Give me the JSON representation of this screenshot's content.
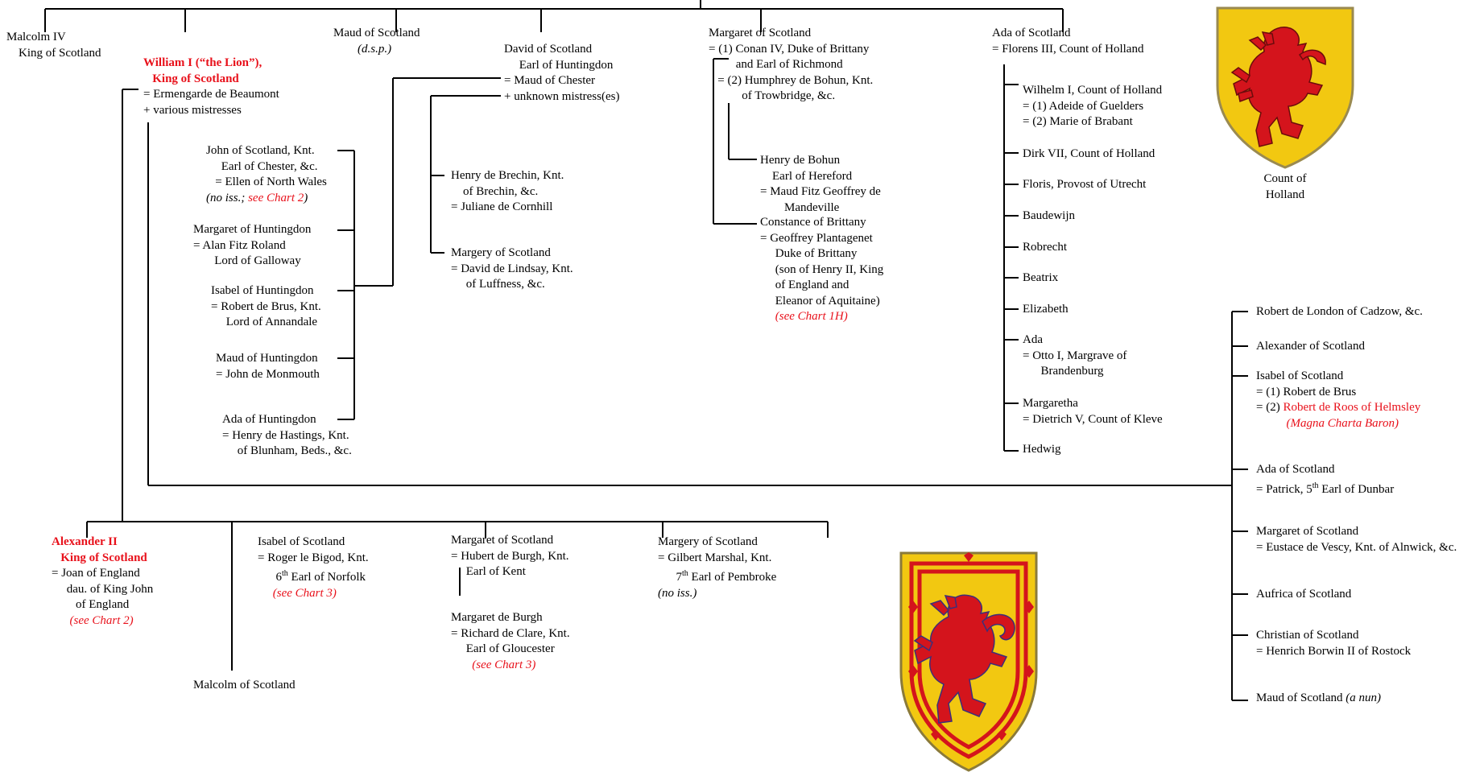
{
  "colors": {
    "highlight": "#e8111b",
    "shield_gold": "#f2c811",
    "lion_red": "#d4141c"
  },
  "nodes": [
    {
      "id": "malcolm-iv",
      "lines": [
        [
          {
            "t": "Malcolm IV"
          }
        ],
        [
          {
            "t": "    King of Scotland"
          }
        ]
      ]
    },
    {
      "id": "william-i",
      "lines": [
        [
          {
            "t": "William I (“the Lion”),",
            "c": "red b"
          }
        ],
        [
          {
            "t": "   King of Scotland",
            "c": "red b"
          }
        ],
        [
          {
            "t": "= Ermengarde de Beaumont"
          }
        ],
        [
          {
            "t": "+ various mistresses"
          }
        ]
      ]
    },
    {
      "id": "maud-scotland-dsp",
      "lines": [
        [
          {
            "t": "Maud of Scotland"
          }
        ],
        [
          {
            "t": "        (d.s.p.)",
            "c": "it"
          }
        ]
      ]
    },
    {
      "id": "david-scotland",
      "lines": [
        [
          {
            "t": "David of Scotland"
          }
        ],
        [
          {
            "t": "     Earl of Huntingdon"
          }
        ],
        [
          {
            "t": "= Maud of Chester"
          }
        ],
        [
          {
            "t": "+ unknown mistress(es)"
          }
        ]
      ]
    },
    {
      "id": "margaret-scotland-brittany",
      "lines": [
        [
          {
            "t": "Margaret of Scotland"
          }
        ],
        [
          {
            "t": "= (1) Conan IV, Duke of Brittany"
          }
        ],
        [
          {
            "t": "         and Earl of Richmond"
          }
        ],
        [
          {
            "t": "   = (2) Humphrey de Bohun, Knt."
          }
        ],
        [
          {
            "t": "           of Trowbridge, &c."
          }
        ]
      ]
    },
    {
      "id": "ada-scotland-holland",
      "lines": [
        [
          {
            "t": "Ada of Scotland"
          }
        ],
        [
          {
            "t": "= Florens III, Count of Holland"
          }
        ]
      ]
    },
    {
      "id": "john-scotland",
      "lines": [
        [
          {
            "t": "John of Scotland, Knt."
          }
        ],
        [
          {
            "t": "     Earl of Chester, &c."
          }
        ],
        [
          {
            "t": "   = Ellen of North Wales"
          }
        ],
        [
          {
            "t": "(no iss.; ",
            "c": "it"
          },
          {
            "t": "see Chart 2",
            "c": "it red"
          },
          {
            "t": ")",
            "c": "it"
          }
        ]
      ]
    },
    {
      "id": "margaret-huntingdon",
      "lines": [
        [
          {
            "t": "Margaret of Huntingdon"
          }
        ],
        [
          {
            "t": "= Alan Fitz Roland"
          }
        ],
        [
          {
            "t": "       Lord of Galloway"
          }
        ]
      ]
    },
    {
      "id": "isabel-huntingdon",
      "lines": [
        [
          {
            "t": "Isabel of Huntingdon"
          }
        ],
        [
          {
            "t": "= Robert de Brus, Knt."
          }
        ],
        [
          {
            "t": "     Lord of Annandale"
          }
        ]
      ]
    },
    {
      "id": "maud-huntingdon",
      "lines": [
        [
          {
            "t": "Maud of Huntingdon"
          }
        ],
        [
          {
            "t": "= John de Monmouth"
          }
        ]
      ]
    },
    {
      "id": "ada-huntingdon",
      "lines": [
        [
          {
            "t": "Ada of Huntingdon"
          }
        ],
        [
          {
            "t": "= Henry de Hastings, Knt."
          }
        ],
        [
          {
            "t": "     of Blunham, Beds., &c."
          }
        ]
      ]
    },
    {
      "id": "henry-brechin",
      "lines": [
        [
          {
            "t": "Henry de Brechin, Knt."
          }
        ],
        [
          {
            "t": "    of Brechin, &c."
          }
        ],
        [
          {
            "t": "= Juliane de Cornhill"
          }
        ]
      ]
    },
    {
      "id": "margery-lindsay",
      "lines": [
        [
          {
            "t": "Margery of Scotland"
          }
        ],
        [
          {
            "t": "= David de Lindsay, Knt."
          }
        ],
        [
          {
            "t": "     of Luffness, &c."
          }
        ]
      ]
    },
    {
      "id": "henry-bohun",
      "lines": [
        [
          {
            "t": "Henry de Bohun"
          }
        ],
        [
          {
            "t": "    Earl of Hereford"
          }
        ],
        [
          {
            "t": "= Maud Fitz Geoffrey de"
          }
        ],
        [
          {
            "t": "        Mandeville"
          }
        ]
      ]
    },
    {
      "id": "constance-brittany",
      "lines": [
        [
          {
            "t": "Constance of Brittany"
          }
        ],
        [
          {
            "t": "= Geoffrey Plantagenet"
          }
        ],
        [
          {
            "t": "     Duke of Brittany"
          }
        ],
        [
          {
            "t": "     (son of Henry II, King"
          }
        ],
        [
          {
            "t": "     of England and"
          }
        ],
        [
          {
            "t": "     Eleanor of Aquitaine)"
          }
        ],
        [
          {
            "t": "     (see Chart 1H)",
            "c": "it red"
          }
        ]
      ]
    },
    {
      "id": "wilhelm-i",
      "lines": [
        [
          {
            "t": "Wilhelm I, Count of Holland"
          }
        ],
        [
          {
            "t": "= (1) Adeide of Guelders"
          }
        ],
        [
          {
            "t": "= (2) Marie of Brabant"
          }
        ]
      ]
    },
    {
      "id": "dirk-vii",
      "lines": [
        [
          {
            "t": "Dirk VII, Count of Holland"
          }
        ]
      ]
    },
    {
      "id": "floris",
      "lines": [
        [
          {
            "t": "Floris, Provost of Utrecht"
          }
        ]
      ]
    },
    {
      "id": "baudewijn",
      "lines": [
        [
          {
            "t": "Baudewijn"
          }
        ]
      ]
    },
    {
      "id": "robrecht",
      "lines": [
        [
          {
            "t": "Robrecht"
          }
        ]
      ]
    },
    {
      "id": "beatrix",
      "lines": [
        [
          {
            "t": "Beatrix"
          }
        ]
      ]
    },
    {
      "id": "elizabeth",
      "lines": [
        [
          {
            "t": "Elizabeth"
          }
        ]
      ]
    },
    {
      "id": "ada-holland",
      "lines": [
        [
          {
            "t": "Ada"
          }
        ],
        [
          {
            "t": "= Otto I, Margrave of"
          }
        ],
        [
          {
            "t": "      Brandenburg"
          }
        ]
      ]
    },
    {
      "id": "margaretha",
      "lines": [
        [
          {
            "t": "Margaretha"
          }
        ],
        [
          {
            "t": "= Dietrich V, Count of Kleve"
          }
        ]
      ]
    },
    {
      "id": "hedwig",
      "lines": [
        [
          {
            "t": "Hedwig"
          }
        ]
      ]
    },
    {
      "id": "robert-london",
      "lines": [
        [
          {
            "t": "Robert de London of Cadzow, &c."
          }
        ]
      ]
    },
    {
      "id": "alexander-scotland",
      "lines": [
        [
          {
            "t": "Alexander of Scotland"
          }
        ]
      ]
    },
    {
      "id": "isabel-scotland-brus",
      "lines": [
        [
          {
            "t": "Isabel of Scotland"
          }
        ],
        [
          {
            "t": "= (1) Robert de Brus"
          }
        ],
        [
          {
            "t": "= (2) "
          },
          {
            "t": "Robert de Roos of Helmsley",
            "c": "red"
          }
        ],
        [
          {
            "t": "          (Magna Charta Baron)",
            "c": "it red"
          }
        ]
      ]
    },
    {
      "id": "ada-dunbar",
      "lines": [
        [
          {
            "t": "Ada of Scotland"
          }
        ],
        [
          {
            "t": "= Patrick, 5"
          },
          {
            "t": "th",
            "sup": true
          },
          {
            "t": " Earl of Dunbar"
          }
        ]
      ]
    },
    {
      "id": "margaret-vescy",
      "lines": [
        [
          {
            "t": "Margaret of Scotland"
          }
        ],
        [
          {
            "t": "= Eustace de Vescy, Knt. of Alnwick, &c."
          }
        ]
      ]
    },
    {
      "id": "aufrica",
      "lines": [
        [
          {
            "t": "Aufrica of Scotland"
          }
        ]
      ]
    },
    {
      "id": "christian",
      "lines": [
        [
          {
            "t": "Christian of Scotland"
          }
        ],
        [
          {
            "t": "= Henrich Borwin II of Rostock"
          }
        ]
      ]
    },
    {
      "id": "maud-nun",
      "lines": [
        [
          {
            "t": "Maud of Scotland "
          },
          {
            "t": "(a nun)",
            "c": "it"
          }
        ]
      ]
    },
    {
      "id": "alexander-ii",
      "lines": [
        [
          {
            "t": "Alexander II",
            "c": "red b"
          }
        ],
        [
          {
            "t": "   King of Scotland",
            "c": "red b"
          }
        ],
        [
          {
            "t": "= Joan of England"
          }
        ],
        [
          {
            "t": "     dau. of King John"
          }
        ],
        [
          {
            "t": "        of England"
          }
        ],
        [
          {
            "t": "      (see Chart 2)",
            "c": "it red"
          }
        ]
      ]
    },
    {
      "id": "isabel-bigod",
      "lines": [
        [
          {
            "t": "Isabel of Scotland"
          }
        ],
        [
          {
            "t": "= Roger le Bigod, Knt."
          }
        ],
        [
          {
            "t": "      6"
          },
          {
            "t": "th",
            "sup": true
          },
          {
            "t": " Earl of Norfolk"
          }
        ],
        [
          {
            "t": "     (see Chart 3)",
            "c": "it red"
          }
        ]
      ]
    },
    {
      "id": "malcolm-scotland",
      "lines": [
        [
          {
            "t": "Malcolm of Scotland"
          }
        ]
      ]
    },
    {
      "id": "margaret-burgh",
      "lines": [
        [
          {
            "t": "Margaret of Scotland"
          }
        ],
        [
          {
            "t": "= Hubert de Burgh, Knt."
          }
        ],
        [
          {
            "t": "     Earl of Kent"
          }
        ]
      ]
    },
    {
      "id": "margaret-de-burgh",
      "lines": [
        [
          {
            "t": "Margaret de Burgh"
          }
        ],
        [
          {
            "t": "= Richard de Clare, Knt."
          }
        ],
        [
          {
            "t": "     Earl of Gloucester"
          }
        ],
        [
          {
            "t": "       (see Chart 3)",
            "c": "it red"
          }
        ]
      ]
    },
    {
      "id": "margery-marshal",
      "lines": [
        [
          {
            "t": "Margery of Scotland"
          }
        ],
        [
          {
            "t": "= Gilbert Marshal, Knt."
          }
        ],
        [
          {
            "t": "      7"
          },
          {
            "t": "th",
            "sup": true
          },
          {
            "t": " Earl of Pembroke"
          }
        ],
        [
          {
            "t": "(no iss.)",
            "c": "it"
          }
        ]
      ]
    }
  ],
  "arms_holland": {
    "caption_line1": "Count of",
    "caption_line2": "Holland"
  }
}
